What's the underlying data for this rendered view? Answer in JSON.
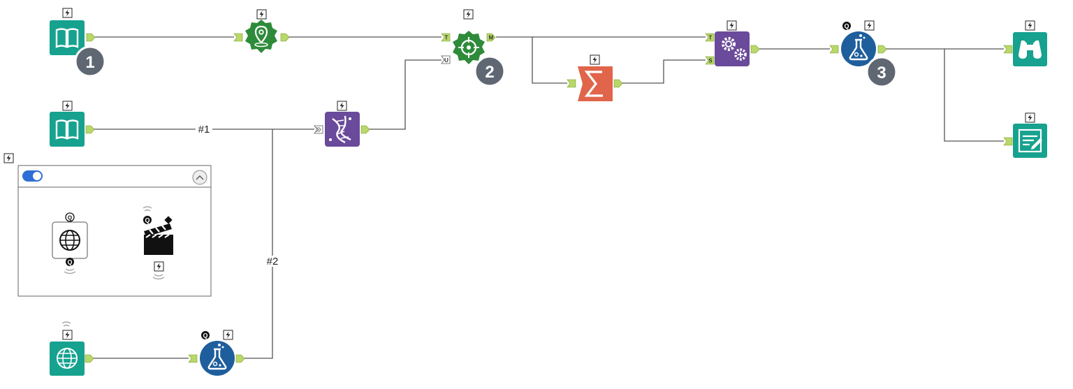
{
  "workflow": {
    "connection_labels": [
      "#1",
      "#2"
    ],
    "anchor_labels": {
      "target": "T",
      "master": "M",
      "universe": "U",
      "source": "S"
    },
    "step_badges": [
      "1",
      "2",
      "3"
    ],
    "q_marker": "Q",
    "colors": {
      "teal": "#16a28f",
      "green": "#2e8b3a",
      "purple": "#6a4a9a",
      "orange": "#e0654a",
      "blue": "#1f5e9c",
      "badge": "#5f6773",
      "anchor": "#b8d86a",
      "wire": "#555555"
    }
  },
  "tools": [
    {
      "id": "input-data-1",
      "icon": "book-icon",
      "kind": "Input Data"
    },
    {
      "id": "input-data-2",
      "icon": "book-icon",
      "kind": "Input Data"
    },
    {
      "id": "text-input-web",
      "icon": "globe-icon",
      "kind": "Text Input"
    },
    {
      "id": "spatial-info",
      "icon": "map-pin-icon",
      "kind": "Spatial"
    },
    {
      "id": "spatial-match",
      "icon": "crosshair-icon",
      "kind": "Spatial Match"
    },
    {
      "id": "generate-rows",
      "icon": "dna-icon",
      "kind": "Developer"
    },
    {
      "id": "summarize",
      "icon": "sigma-icon",
      "kind": "Summarize"
    },
    {
      "id": "append-fields",
      "icon": "gears-icon",
      "kind": "Append"
    },
    {
      "id": "formula-1",
      "icon": "flask-icon",
      "kind": "Formula"
    },
    {
      "id": "formula-2",
      "icon": "flask-icon",
      "kind": "Formula"
    },
    {
      "id": "browse",
      "icon": "binoculars-icon",
      "kind": "Browse"
    },
    {
      "id": "report-text",
      "icon": "report-icon",
      "kind": "Report"
    }
  ],
  "container": {
    "toggle_state": "on",
    "collapsed": false,
    "items": [
      {
        "icon": "globe-icon",
        "kind": "Interface"
      },
      {
        "icon": "clapperboard-icon",
        "kind": "Action"
      }
    ]
  }
}
